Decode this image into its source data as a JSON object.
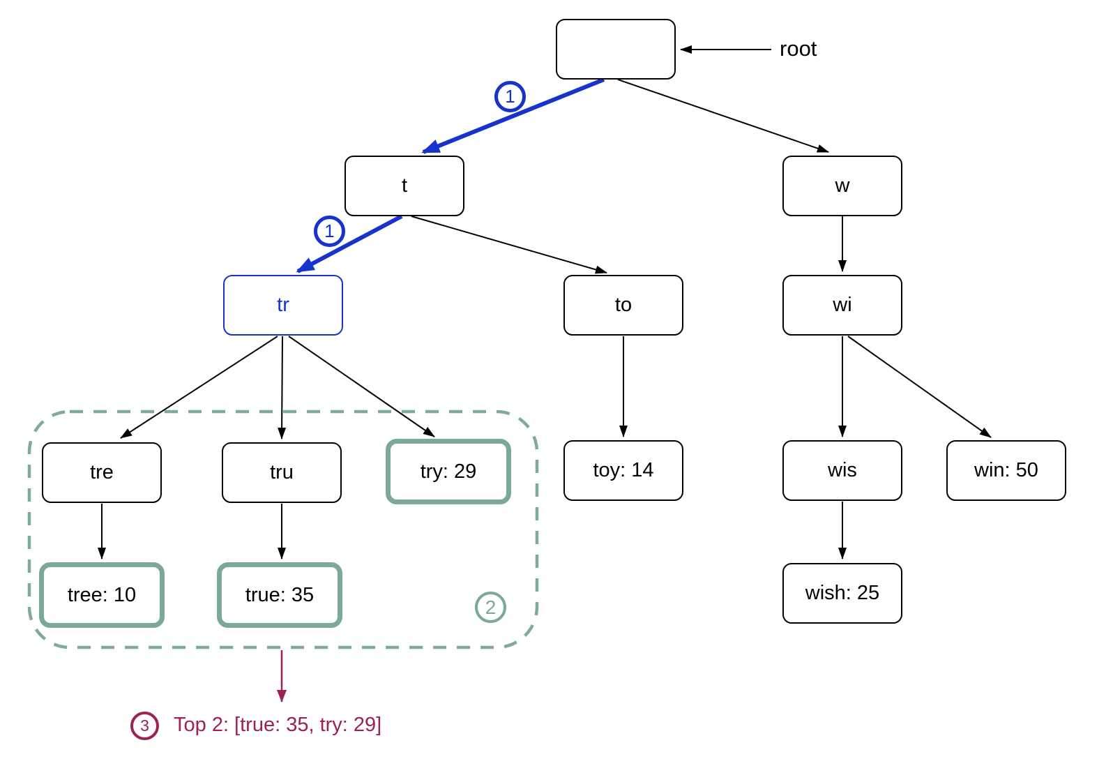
{
  "diagram": {
    "type": "trie",
    "nodes": {
      "root": {
        "label": ""
      },
      "t": {
        "label": "t"
      },
      "w": {
        "label": "w"
      },
      "tr": {
        "label": "tr"
      },
      "to": {
        "label": "to"
      },
      "wi": {
        "label": "wi"
      },
      "tre": {
        "label": "tre"
      },
      "tru": {
        "label": "tru"
      },
      "try": {
        "label": "try: 29"
      },
      "toy": {
        "label": "toy: 14"
      },
      "wis": {
        "label": "wis"
      },
      "win": {
        "label": "win: 50"
      },
      "tree": {
        "label": "tree: 10"
      },
      "true": {
        "label": "true: 35"
      },
      "wish": {
        "label": "wish: 25"
      }
    },
    "edges": [
      "root->t (step 1, blue)",
      "root->w",
      "t->tr (step 1, blue)",
      "t->to",
      "tr->tre",
      "tr->tru",
      "tr->try",
      "to->toy",
      "w->wi",
      "wi->wis",
      "wi->win",
      "wis->wish",
      "tre->tree",
      "tru->true"
    ]
  },
  "annotations": {
    "root_label": "root",
    "step1": "1",
    "step2": "2",
    "step3": "3",
    "result_text": "Top 2: [true: 35, try: 29]"
  },
  "colors": {
    "highlight_blue": "#1733cc",
    "collected_teal": "#7aa89c",
    "result_maroon": "#9c2157",
    "node_border": "#000000",
    "background": "#ffffff"
  }
}
